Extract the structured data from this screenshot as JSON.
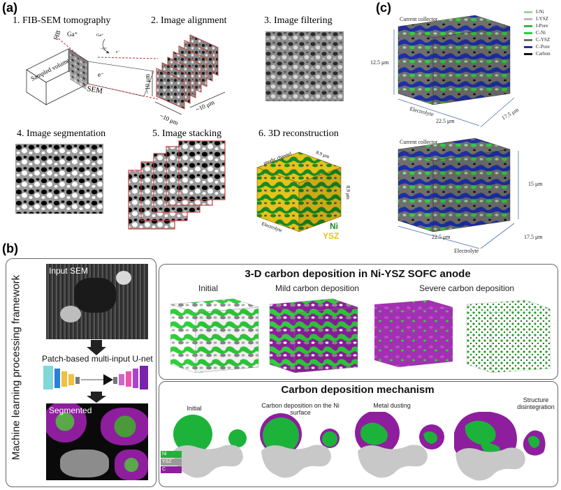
{
  "panel_a": {
    "label": "(a)",
    "steps": [
      "1. FIB-SEM tomography",
      "2. Image alignment",
      "3. Image filtering",
      "4. Image segmentation",
      "5. Image stacking",
      "6. 3D reconstruction"
    ],
    "fib_label": "FIB",
    "ga_label": "Ga⁺",
    "ga_label2": "Ga⁺",
    "electron_label": "e⁻",
    "electron_label2": "e⁻",
    "angle_label": "~5°",
    "sem_label": "SEM",
    "sampled_volume_label": "Sampled volume",
    "dim_10um_a": "~10 μm",
    "dim_10um_b": "~10 μm",
    "dim_10um_c": "~10 μm",
    "recon_top": "anodic channel",
    "recon_dim_top": "8.9 μm",
    "recon_dim_side": "8.9 μm",
    "recon_bottom": "Electrolyte",
    "recon_ni": "Ni",
    "recon_ysz": "YSZ"
  },
  "panel_b": {
    "label": "(b)",
    "side_title": "Machine learning processing framework",
    "input_label": "Input SEM",
    "net_label": "Patch-based multi-input U-net",
    "segmented_label": "Segmented",
    "top_title": "3-D carbon deposition in Ni-YSZ SOFC anode",
    "stage_initial": "Initial",
    "stage_mild": "Mild carbon deposition",
    "stage_severe": "Severe carbon deposition",
    "mech_title": "Carbon deposition mechanism",
    "mech_initial": "Initial",
    "mech_surface": "Carbon deposition on the Ni surface",
    "mech_dusting": "Metal dusting",
    "mech_disint": "Structure disintegration",
    "legend": [
      {
        "label": "Ni",
        "color": "#1db33b"
      },
      {
        "label": "YSZ",
        "color": "#9a9a9a"
      },
      {
        "label": "C",
        "color": "#8e1e9e"
      }
    ]
  },
  "panel_c": {
    "label": "(c)",
    "current_collector_1": "Current collector",
    "current_collector_2": "Current collector",
    "legend": [
      {
        "label": "I-Ni",
        "color": "#9fd69a"
      },
      {
        "label": "I-YSZ",
        "color": "#b8b8b8"
      },
      {
        "label": "I-Pore",
        "color": "#34b34a"
      },
      {
        "label": "C-Ni",
        "color": "#2fcf3b"
      },
      {
        "label": "C-YSZ",
        "color": "#6e6e6e"
      },
      {
        "label": "C-Pore",
        "color": "#2030a8"
      },
      {
        "label": "Carbon",
        "color": "#111111"
      }
    ],
    "dim_height_1": "12.5 μm",
    "dim_width_1": "22.5 μm",
    "dim_depth_1": "17.5 μm",
    "electrolyte_1": "Electrolyte",
    "dim_height_2": "15 μm",
    "dim_width_2": "22.5 μm",
    "dim_depth_2": "17.5 μm",
    "electrolyte_2": "Electrolyte"
  },
  "colors": {
    "ni": "#1db33b",
    "ysz": "#9a9a9a",
    "carbon": "#8e1e9e",
    "pore_blue": "#1e2fa8",
    "gold": "#e6c21a",
    "frame_red": "#c04040"
  }
}
